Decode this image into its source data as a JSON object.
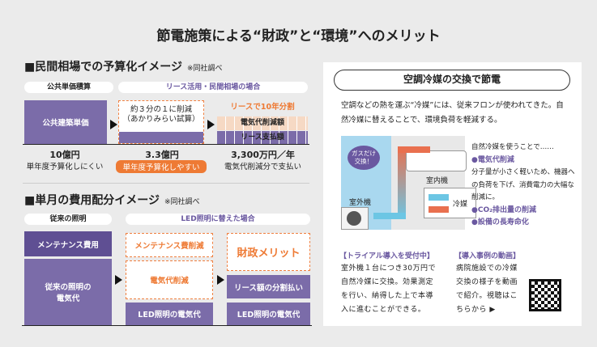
{
  "title": "節電施策による“財政”と“環境”へのメリット",
  "s1": {
    "heading": "■民間相場での予算化イメージ",
    "note": "※同社調べ",
    "pill_left": "公共単価積算",
    "pill_right": "リース活用・民間相場の場合",
    "bar1": "公共建築単価",
    "bar2_top": "約３分の１に削減\n（あかりみらい試算）",
    "bar3_caption": "リースで10年分割",
    "bar3_top": "電気代削減額",
    "bar3_bottom": "リース支払額",
    "v1": "10億円",
    "v2": "3.3億円",
    "v3": "3,300万円／年",
    "d1": "単年度予算化しにくい",
    "d2": "単年度予算化しやすい",
    "d3": "電気代削減分で支払い"
  },
  "s2": {
    "heading": "■単月の費用配分イメージ",
    "note": "※同社調べ",
    "pill_left": "従来の照明",
    "pill_right": "LED照明に替えた場合",
    "a1": "メンテナンス費用",
    "a2": "従来の照明の\n電気代",
    "b1": "メンテナンス費削減",
    "b2": "電気代削減",
    "b3": "LED照明の電気代",
    "c1": "財政メリット",
    "c2": "リース額の分割払い",
    "c3": "LED照明の電気代"
  },
  "panel": {
    "title": "空調冷媒の交換で節電",
    "intro": "空調などの熱を運ぶ“冷媒”には、従来フロンが使われてきた。自然冷媒に替えることで、環境負荷を軽減する。",
    "bubble": "ガスだけ\n交換！",
    "indoor": "室内機",
    "outdoor": "室外機",
    "refrigerant": "冷媒",
    "benefits_lead": "自然冷媒を使うことで……",
    "b1": "●電気代削減",
    "b1_desc": "分子量が小さく軽いため、機器への負荷を下げ、消費電力の大幅な削減に。",
    "b2": "●CO₂排出量の削減",
    "b3": "●設備の長寿命化",
    "trial_label": "【トライアル導入を受付中】",
    "trial_text": "室外機１台につき30万円で自然冷媒に交換。効果測定を行い、納得した上で本導入に進むことができる。",
    "video_label": "【導入事例の動画】",
    "video_text": "病院施設での冷媒交換の様子を動画で紹介。視聴はこちらから ▶"
  },
  "colors": {
    "purple": "#7b6ca9",
    "orange": "#ee7a34"
  }
}
